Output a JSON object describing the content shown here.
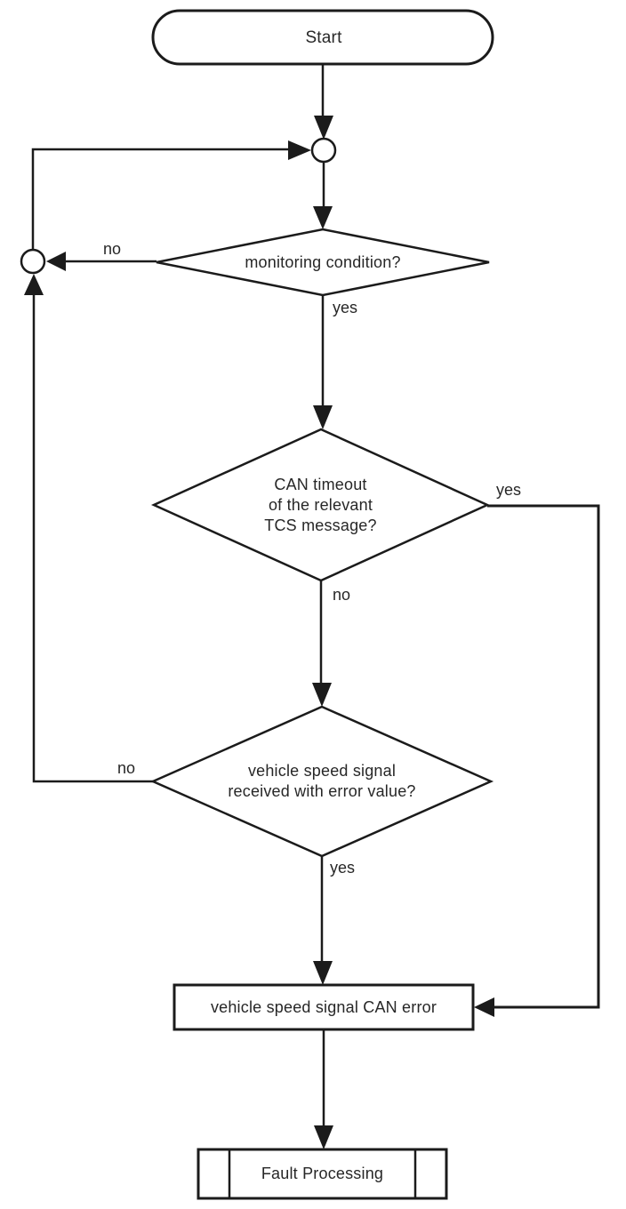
{
  "page": {
    "background": "#ffffff",
    "line_color": "#1b1b1b",
    "text_color": "#272727"
  },
  "flowchart": {
    "start": {
      "type": "terminator",
      "label": "Start"
    },
    "junction_top": {
      "type": "connector-circle"
    },
    "junction_left": {
      "type": "connector-circle"
    },
    "decision_monitoring": {
      "type": "decision",
      "label": "monitoring condition?",
      "no_label": "no",
      "yes_label": "yes"
    },
    "decision_can_timeout": {
      "type": "decision",
      "line1": "CAN timeout",
      "line2": "of the relevant",
      "line3": "TCS message?",
      "yes_label": "yes",
      "no_label": "no"
    },
    "decision_vehicle_speed": {
      "type": "decision",
      "line1": "vehicle speed signal",
      "line2": "received with error value?",
      "no_label": "no",
      "yes_label": "yes"
    },
    "process_can_error": {
      "type": "process",
      "label": "vehicle speed signal CAN error"
    },
    "predefined_fault": {
      "type": "predefined-process",
      "label": "Fault Processing"
    }
  }
}
